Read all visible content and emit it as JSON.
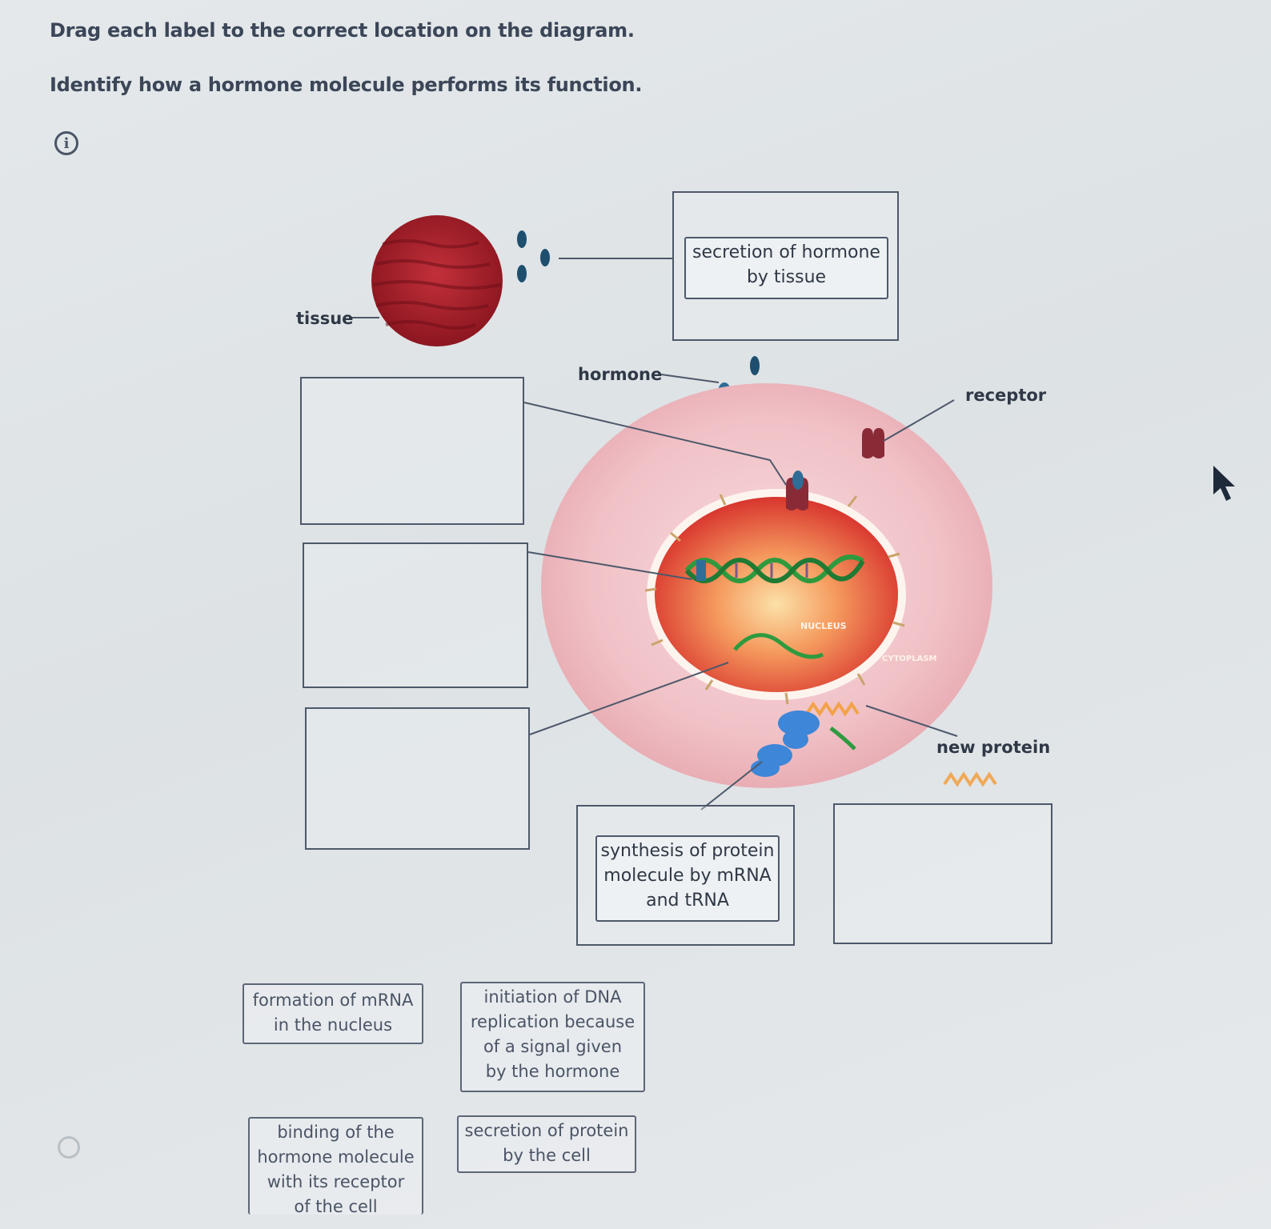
{
  "instructions": {
    "line1": "Drag each label to the correct location on the diagram.",
    "line2": "Identify how a hormone molecule performs its function."
  },
  "info_icon": {
    "glyph": "i",
    "icon": "info-icon"
  },
  "diagram": {
    "labels": {
      "tissue": "tissue",
      "hormone": "hormone",
      "receptor": "receptor",
      "new_protein": "new protein",
      "nucleus": "NUCLEUS",
      "cytoplasm": "CYTOPLASM"
    },
    "placed_labels": {
      "secretion_by_tissue": [
        "secretion of hormone",
        "by tissue"
      ],
      "synthesis_of_protein": [
        "synthesis of protein",
        "molecule by mRNA",
        "and tRNA"
      ]
    },
    "colors": {
      "tissue": "#b0202a",
      "cell": "#f3c8cc",
      "nucleus": "#e8563a",
      "dna_green": "#2e9a3e",
      "hormone_blue": "#1f4f6e",
      "ribosome_blue": "#3d86d8"
    }
  },
  "label_bank": {
    "formation_mrna": [
      "formation of mRNA",
      "in the nucleus"
    ],
    "initiation_dna": [
      "initiation of DNA",
      "replication because",
      "of a signal given",
      "by the hormone"
    ],
    "binding": [
      "binding of the",
      "hormone molecule",
      "with its receptor",
      "of the cell"
    ],
    "secretion_protein": [
      "secretion of protein",
      "by the cell"
    ]
  }
}
